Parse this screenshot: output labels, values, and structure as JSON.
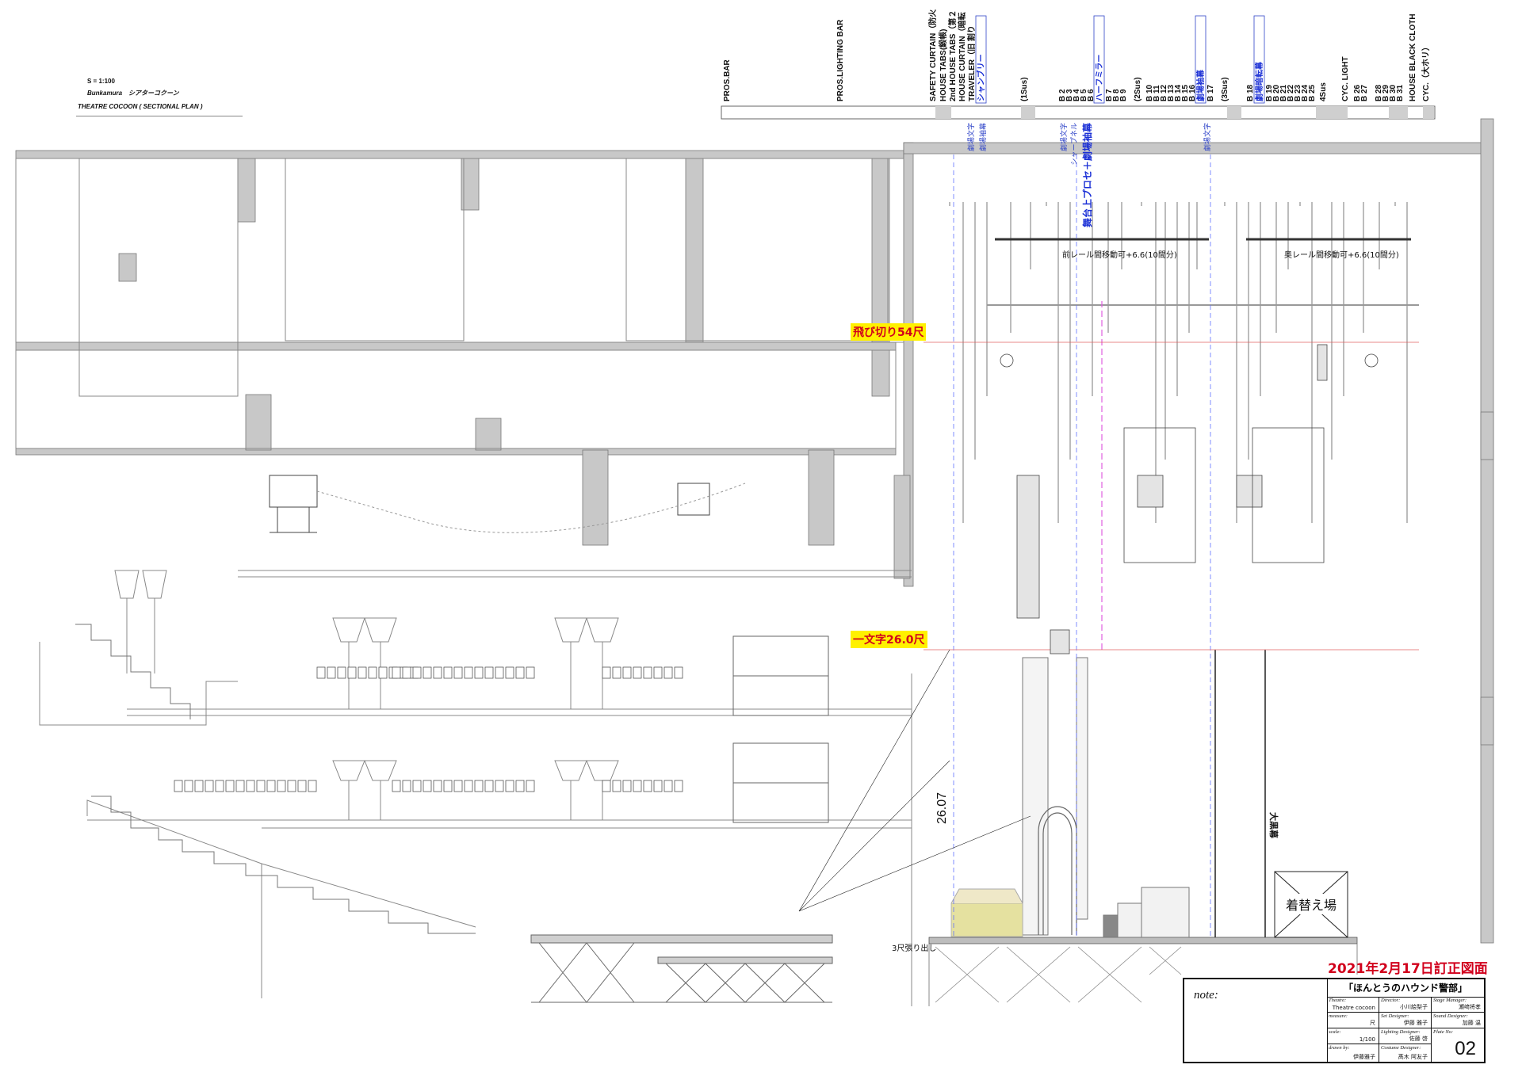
{
  "header": {
    "scale": "S = 1:100",
    "venue_line": "Bunkamura　シアターコクーン",
    "plan_line": "THEATRE  COCOON  ( SECTIONAL  PLAN )"
  },
  "tracks": [
    {
      "label": "PROS.BAR",
      "blue": false
    },
    {
      "label": "PROS.LIGHTING BAR",
      "blue": false
    },
    {
      "label": "SAFETY CURTAIN（防火",
      "blue": false
    },
    {
      "label": "HOUSE TABS(緞帳)",
      "blue": false
    },
    {
      "label": "2nd HOUSE TABS（第２",
      "blue": false
    },
    {
      "label": "HOUSE CURTAIN（暗転",
      "blue": false
    },
    {
      "label": "TRAVELER（旧 割り",
      "blue": false
    },
    {
      "label": "シャンブリー",
      "blue": true
    },
    {
      "label": "(1Sus)",
      "blue": false
    },
    {
      "label": "B 2",
      "blue": false
    },
    {
      "label": "B 3",
      "blue": false
    },
    {
      "label": "B 4",
      "blue": false
    },
    {
      "label": "B 5",
      "blue": false
    },
    {
      "label": "B 6",
      "blue": false
    },
    {
      "label": "ハーフミラー",
      "blue": true
    },
    {
      "label": "B 7",
      "blue": false
    },
    {
      "label": "B 8",
      "blue": false
    },
    {
      "label": "B 9",
      "blue": false
    },
    {
      "label": "(2Sus)",
      "blue": false
    },
    {
      "label": "B 10",
      "blue": false
    },
    {
      "label": "B 11",
      "blue": false
    },
    {
      "label": "B 12",
      "blue": false
    },
    {
      "label": "B 13",
      "blue": false
    },
    {
      "label": "B 14",
      "blue": false
    },
    {
      "label": "B 15",
      "blue": false
    },
    {
      "label": "B 16",
      "blue": false
    },
    {
      "label": "劇場袖幕",
      "blue": true
    },
    {
      "label": "B 17",
      "blue": false
    },
    {
      "label": "(3Sus)",
      "blue": false
    },
    {
      "label": "B 18",
      "blue": false
    },
    {
      "label": "劇場暗転幕",
      "blue": true
    },
    {
      "label": "B 19",
      "blue": false
    },
    {
      "label": "B 20",
      "blue": false
    },
    {
      "label": "B 21",
      "blue": false
    },
    {
      "label": "B 22",
      "blue": false
    },
    {
      "label": "B 23",
      "blue": false
    },
    {
      "label": "B 24",
      "blue": false
    },
    {
      "label": "B 25",
      "blue": false
    },
    {
      "label": "4Sus",
      "blue": false
    },
    {
      "label": "CYC. LIGHT",
      "blue": false
    },
    {
      "label": "B 26",
      "blue": false
    },
    {
      "label": "B 27",
      "blue": false
    },
    {
      "label": "B 28",
      "blue": false
    },
    {
      "label": "B 29",
      "blue": false
    },
    {
      "label": "B 30",
      "blue": false
    },
    {
      "label": "B 31",
      "blue": false
    },
    {
      "label": "HOUSE BLACK CLOTH",
      "blue": false
    },
    {
      "label": "CYC.（大ホリ）",
      "blue": false
    }
  ],
  "annotations": {
    "gekijo_moji_1": "劇場文字",
    "gekijo_sodemaku_1": "劇場袖幕",
    "gekijo_moji_2": "劇場文字",
    "sharp_tanaka": "シャープネル",
    "butai_label": "舞台上プロセ＋劇場袖幕",
    "gekijo_moji_3": "劇場文字",
    "rail_front": "前レール間移動可+6.6(10間分)",
    "rail_back": "奥レール間移動可+6.6(10間分)",
    "tobikiri": "飛び切り54尺",
    "ichimonji": "一文字26.0尺",
    "dimension": "26.07",
    "okuro_maku": "大黒幕",
    "kigae": "着替え場",
    "shaku_hari": "3尺張り出し",
    "revision": "2021年2月17日訂正図面"
  },
  "title_block": {
    "note_label": "note:",
    "production_title": "「ほんとうのハウンド警部」",
    "theatre_label": "Theatre:",
    "theatre_value": "Theatre cocoon",
    "director_label": "Director:",
    "director_value": "小川絵梨子",
    "stage_manager_label": "Stage Manager:",
    "stage_manager_value": "瀬﨑将孝",
    "measure_label": "measure:",
    "measure_value": "尺",
    "set_designer_label": "Set Designer:",
    "set_designer_value": "伊藤 雅子",
    "sound_designer_label": "Sound Designer:",
    "sound_designer_value": "加藤 温",
    "scale_label": "scale:",
    "scale_value": "1/100",
    "lighting_designer_label": "Lighting Designer:",
    "lighting_designer_value": "佐藤 啓",
    "plate_label": "Plate No:",
    "plate_value": "02",
    "drawn_by_label": "drawn by:",
    "drawn_by_value": "伊藤雅子",
    "costume_designer_label": "Costume Designer:",
    "costume_designer_value": "髙木 阿友子"
  },
  "colors": {
    "wall_gray": "#c8c8c8",
    "line_gray": "#8a8a8a",
    "label_blue": "#1a2fd6",
    "highlight_yellow": "#fff100",
    "highlight_red": "#d1001c",
    "stage_yellow": "#e5e1a0"
  }
}
